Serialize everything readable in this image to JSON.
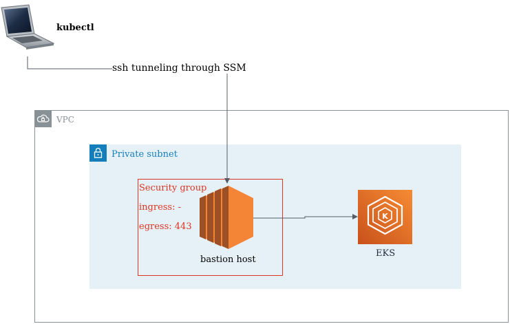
{
  "client": {
    "label": "kubectl",
    "icon": "laptop-icon"
  },
  "connection": {
    "label": "ssh tunneling through SSM"
  },
  "vpc": {
    "label": "VPC",
    "icon": "cloud-lock-icon",
    "color": "#879196"
  },
  "subnet": {
    "label": "Private subnet",
    "icon": "padlock-icon",
    "color": "#147eba",
    "fill": "#e6f0f7"
  },
  "security_group": {
    "title": "Security group",
    "ingress": "ingress: -",
    "egress": "egress: 443",
    "color": "#dd3522"
  },
  "bastion": {
    "label": "bastion host",
    "icon": "ec2-instance-icon",
    "color": "#f58536"
  },
  "eks": {
    "label": "EKS",
    "icon": "eks-icon",
    "color": "#f58536"
  }
}
